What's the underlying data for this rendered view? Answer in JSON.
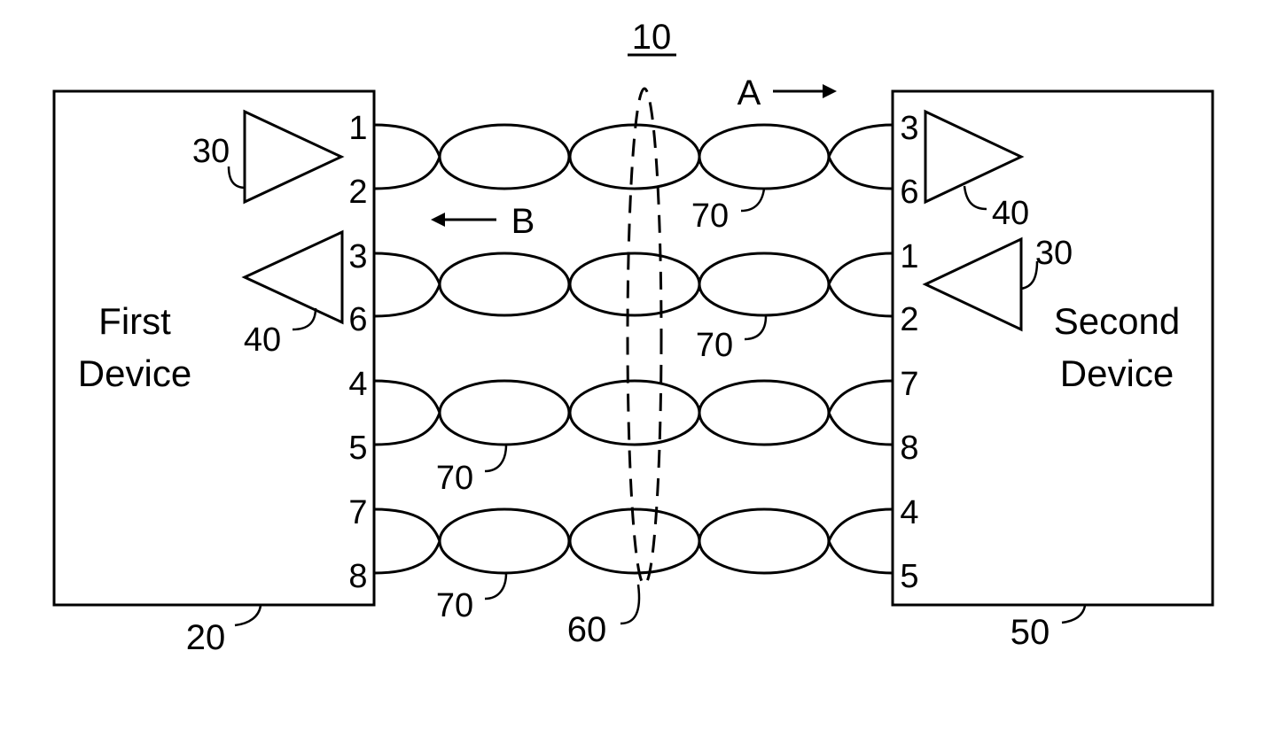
{
  "figure_number": "10",
  "first_device": {
    "line1": "First",
    "line2": "Device",
    "ref": "20"
  },
  "second_device": {
    "line1": "Second",
    "line2": "Device",
    "ref": "50"
  },
  "left_pins": [
    "1",
    "2",
    "3",
    "6",
    "4",
    "5",
    "7",
    "8"
  ],
  "right_pins": [
    "3",
    "6",
    "1",
    "2",
    "7",
    "8",
    "4",
    "5"
  ],
  "amplifier_refs": {
    "left_tx": "30",
    "left_rx": "40",
    "right_rx": "40",
    "right_tx": "30"
  },
  "twisted_pair_ref": "70",
  "cable_ref": "60",
  "direction_a": "A",
  "direction_b": "B"
}
